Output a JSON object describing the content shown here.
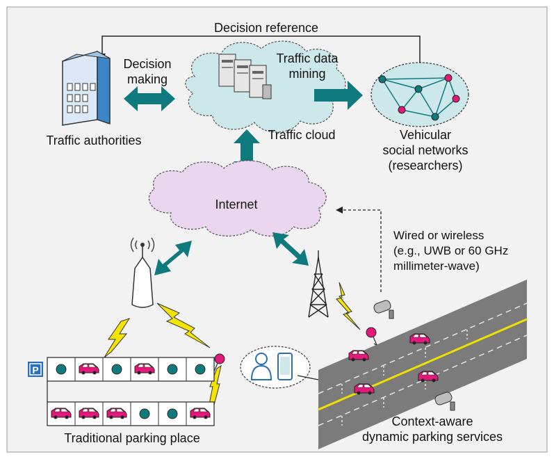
{
  "labels": {
    "decision_reference": "Decision reference",
    "decision_making": [
      "Decision",
      "making"
    ],
    "traffic_data_mining": [
      "Traffic data",
      "mining"
    ],
    "traffic_cloud": "Traffic cloud",
    "traffic_authorities": "Traffic authorities",
    "vehicular_social_networks": [
      "Vehicular",
      "social networks",
      "(researchers)"
    ],
    "internet": "Internet",
    "wired_wireless": [
      "Wired or wireless",
      "(e.g., UWB or 60 GHz",
      "millimeter-wave)"
    ],
    "parking_sign": "P",
    "traditional_parking": "Traditional parking place",
    "context_aware": [
      "Context-aware",
      "dynamic parking services"
    ]
  },
  "colors": {
    "frame_bg": "#f2f2f2",
    "teal_arrow": "#0e7a7e",
    "traffic_cloud_fill": "#cde8ea",
    "internet_cloud_fill": "#ead6ee",
    "car": "#e0197a",
    "lightning": "#f5e400",
    "road": "#7b7b7b",
    "road_centerline": "#f0e000",
    "building": "#3a86c8"
  }
}
